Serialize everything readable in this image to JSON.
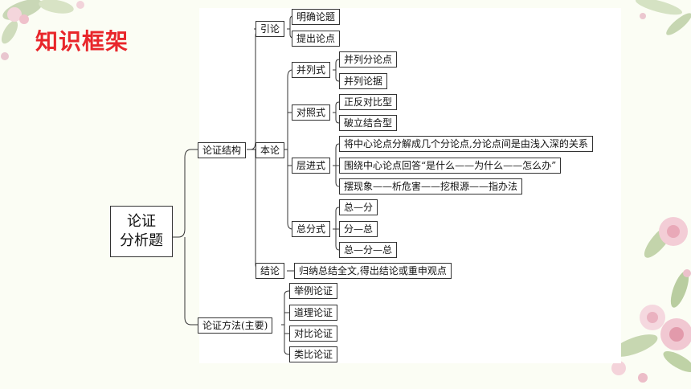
{
  "title": "知识框架",
  "root": {
    "line1": "论证",
    "line2": "分析题"
  },
  "level1": {
    "structure": "论证结构",
    "method": "论证方法(主要)"
  },
  "structure": {
    "intro": "引论",
    "body": "本论",
    "conclusion": "结论"
  },
  "intro_items": [
    "明确论题",
    "提出论点"
  ],
  "body_types": {
    "parallel": "并列式",
    "contrast": "对照式",
    "progressive": "层进式",
    "general": "总分式"
  },
  "parallel_items": [
    "并列分论点",
    "并列论据"
  ],
  "contrast_items": [
    "正反对比型",
    "破立结合型"
  ],
  "progressive_items": [
    "将中心论点分解成几个分论点,分论点间是由浅入深的关系",
    "围绕中心论点回答“是什么——为什么——怎么办”",
    "摆现象——析危害——挖根源——指办法"
  ],
  "general_items": [
    "总—分",
    "分—总",
    "总—分—总"
  ],
  "conclusion_item": "归纳总结全文,得出结论或重申观点",
  "method_items": [
    "举例论证",
    "道理论证",
    "对比论证",
    "类比论证"
  ],
  "colors": {
    "title": "#e8262b",
    "line": "#333333",
    "background": "#fbfdf4"
  }
}
